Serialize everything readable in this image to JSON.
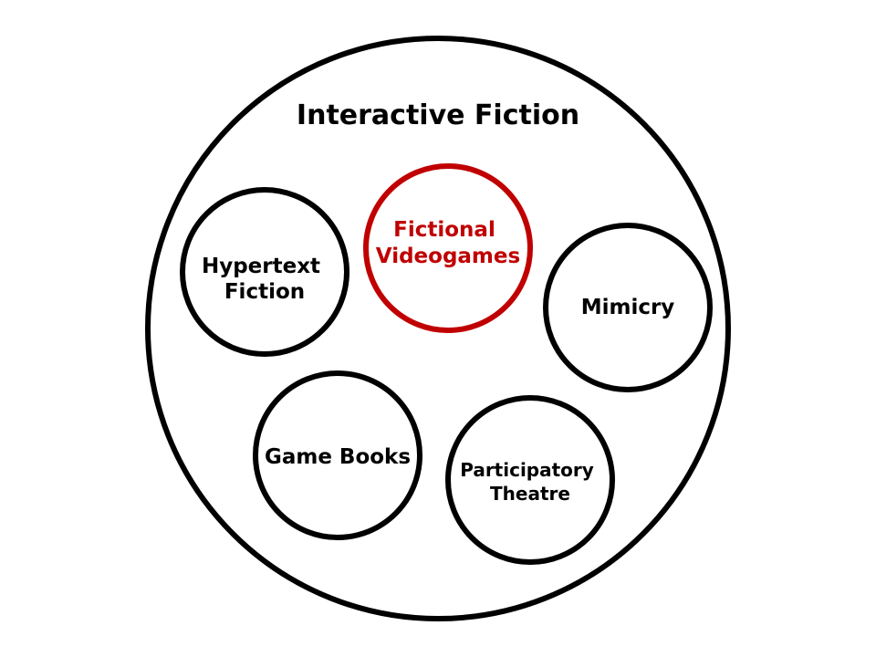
{
  "outer": {
    "title": "Interactive Fiction",
    "stroke_color": "#000000"
  },
  "subsets": [
    {
      "id": "hypertext",
      "lines": [
        "Hypertext",
        "Fiction"
      ],
      "color": "#000000"
    },
    {
      "id": "videogames",
      "lines": [
        "Fictional",
        "Videogames"
      ],
      "color": "#c00000"
    },
    {
      "id": "mimicry",
      "lines": [
        "Mimicry"
      ],
      "color": "#000000"
    },
    {
      "id": "gamebooks",
      "lines": [
        "Game Books"
      ],
      "color": "#000000"
    },
    {
      "id": "theatre",
      "lines": [
        "Participatory",
        "Theatre"
      ],
      "color": "#000000"
    }
  ]
}
